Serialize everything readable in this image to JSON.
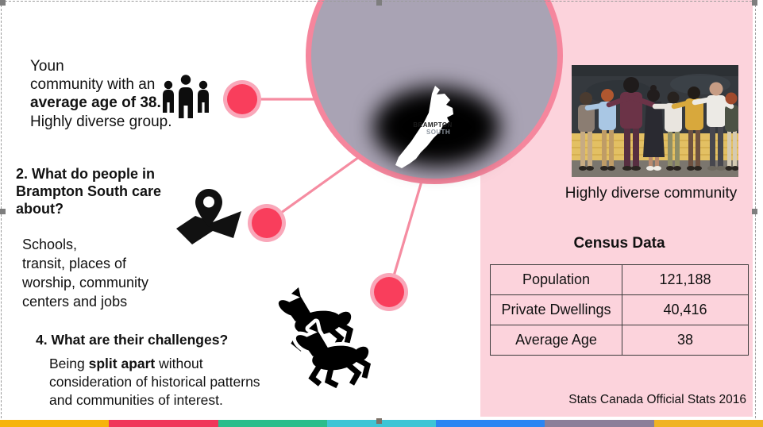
{
  "q1": {
    "line1": "Youn",
    "line2": "community with an",
    "line3_bold": "average age of 38.",
    "line4": "Highly diverse group."
  },
  "q2": {
    "heading": "2. What do people in Brampton South care about?",
    "body_line1": "Schools,",
    "body_rest": "transit, places of worship, community centers and jobs"
  },
  "q4": {
    "heading": "4. What are their challenges?",
    "body_pre": "Being ",
    "body_bold": "split apart",
    "body_post": " without consideration of historical patterns and communities of interest."
  },
  "map_label": {
    "top": "BRAMPTON",
    "bottom": "SOUTH"
  },
  "photo": {
    "caption": "Highly diverse community"
  },
  "census": {
    "title": "Census Data",
    "rows": [
      {
        "label": "Population",
        "value": "121,188"
      },
      {
        "label": "Private Dwellings",
        "value": "40,416"
      },
      {
        "label": "Average Age",
        "value": "38"
      }
    ],
    "source": "Stats Canada Official Stats 2016"
  },
  "icons": {
    "people": "people-group-icon",
    "pin": "map-pin-icon",
    "horses": "horses-icon"
  },
  "colors": {
    "panel_pink": "#FCD3DC",
    "circle_fill": "#A9A3B4",
    "circle_border": "#F5869D",
    "connector_line": "#F58CA1",
    "dot_fill": "#F93E5C",
    "dot_ring": "#F9A7B9",
    "stripe": [
      "#F6B40B",
      "#F0365A",
      "#2BBD8C",
      "#3EC5D5",
      "#2B85F2",
      "#8B7F99",
      "#F0B323"
    ]
  }
}
